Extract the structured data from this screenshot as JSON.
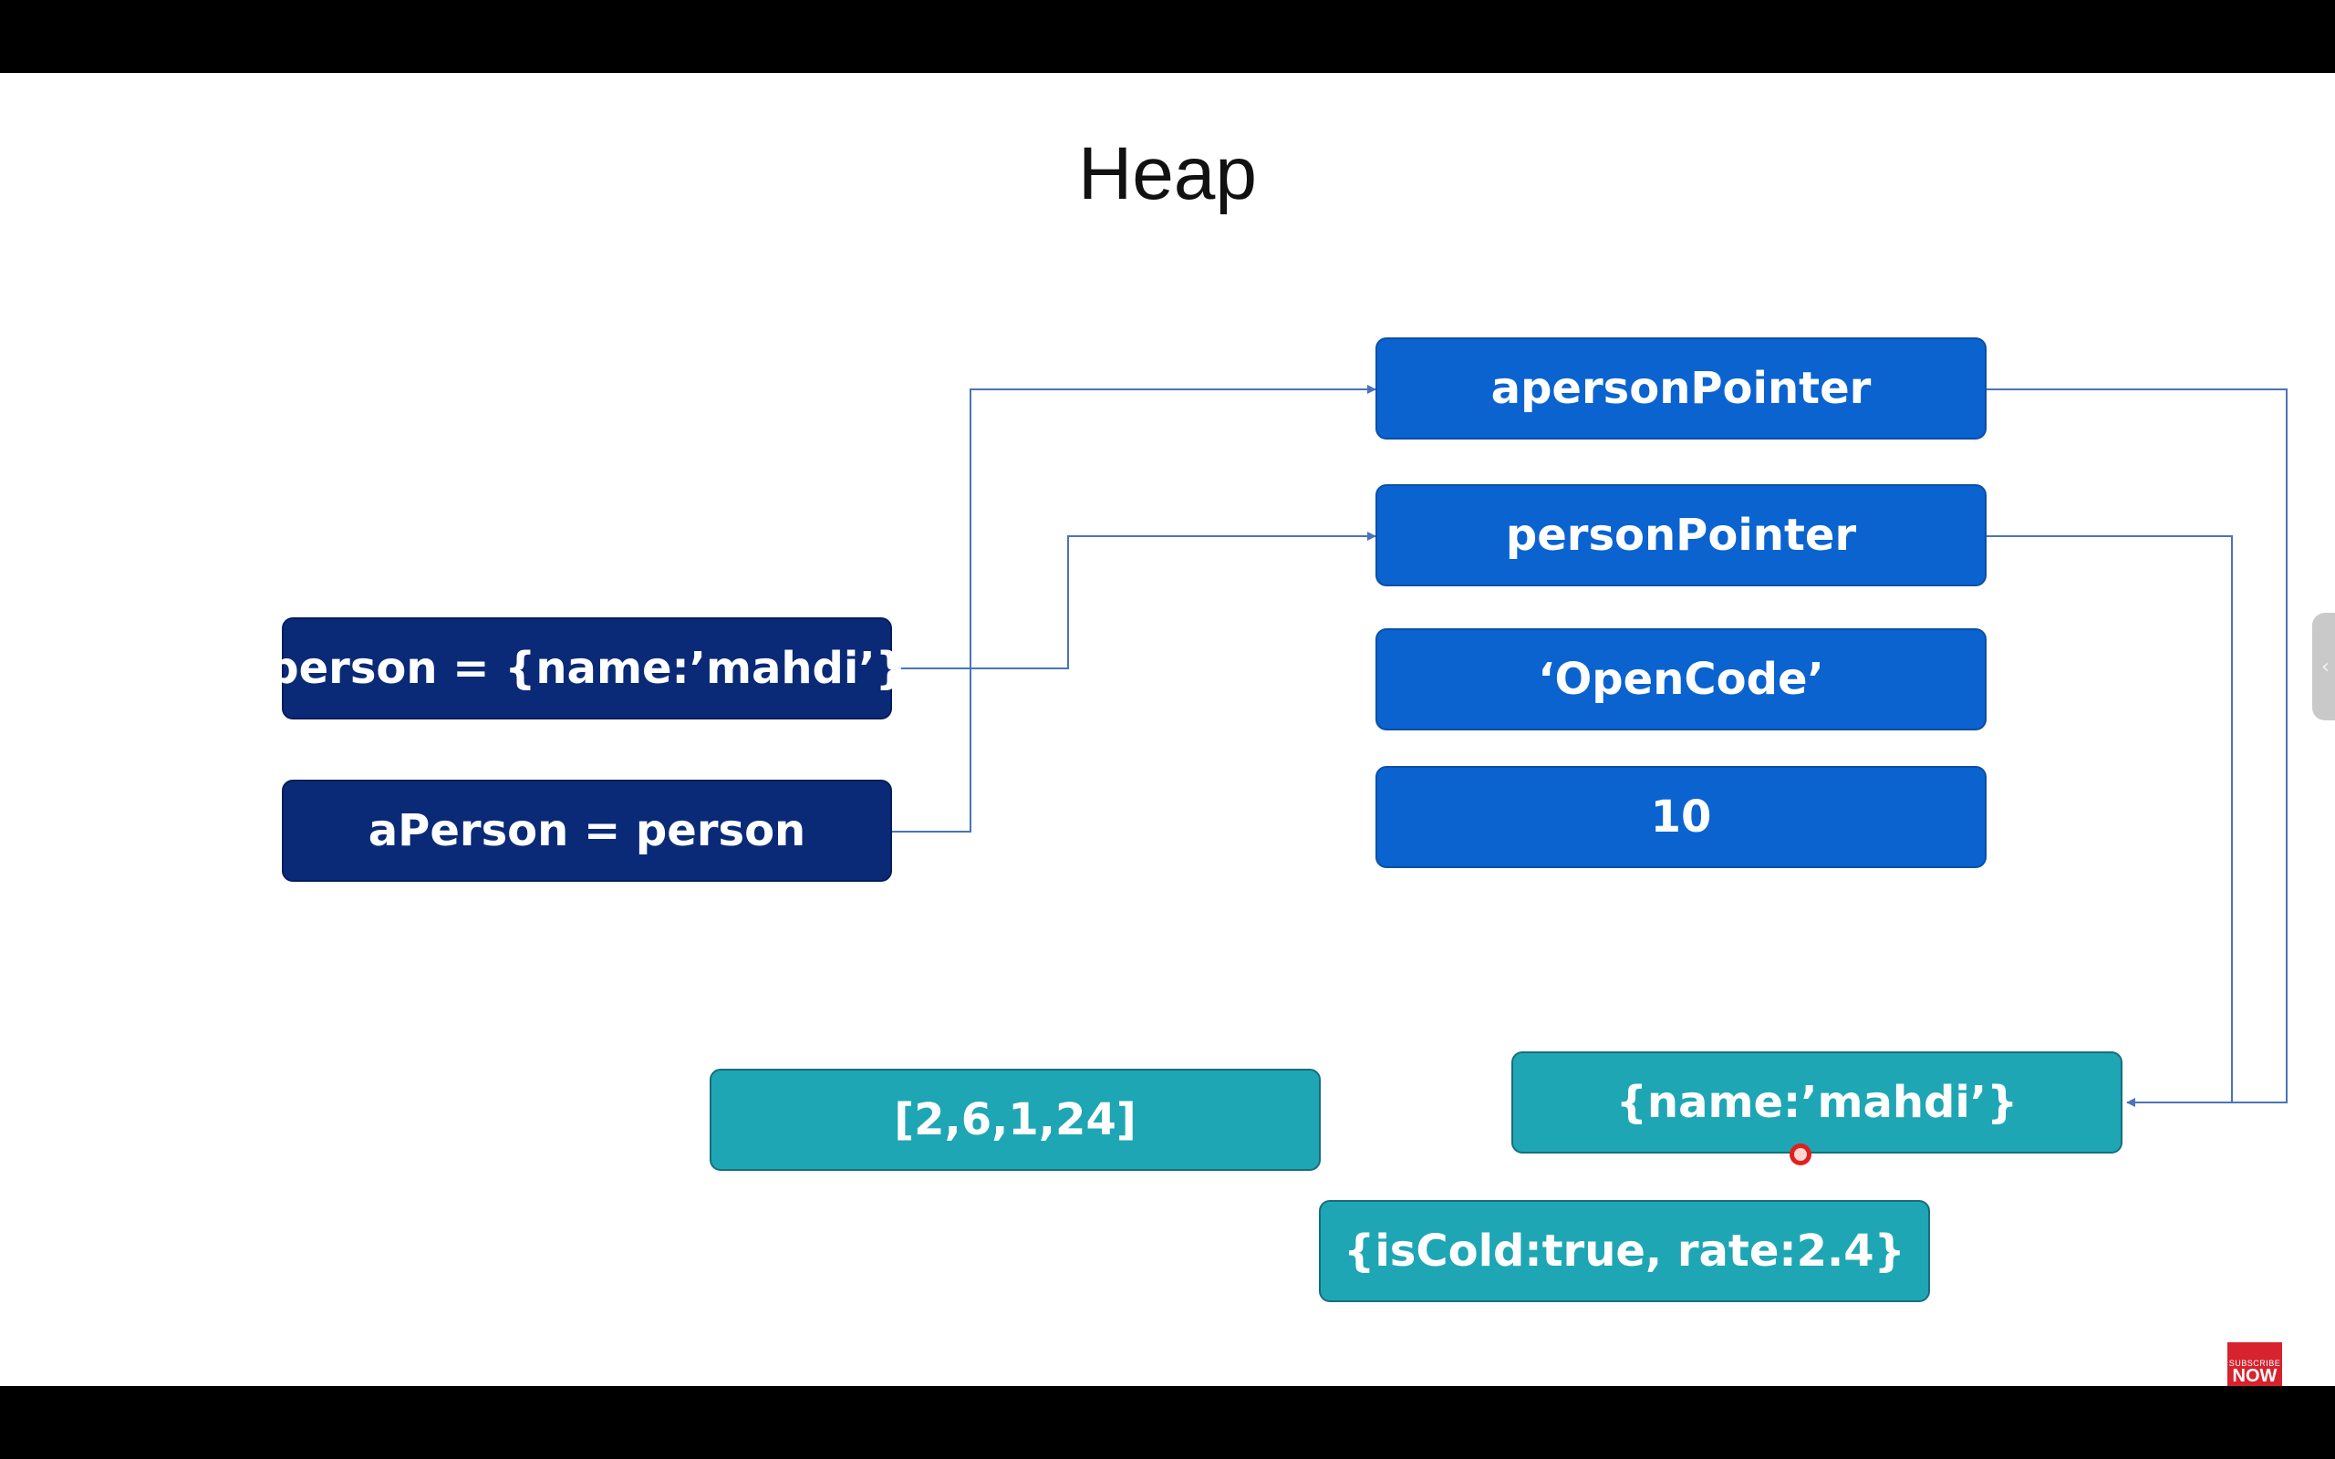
{
  "title": "Heap",
  "stack_boxes": [
    {
      "label": "person = {name:’mahdi’}"
    },
    {
      "label": "aPerson = person"
    }
  ],
  "heap_pointer_boxes": [
    {
      "label": "apersonPointer"
    },
    {
      "label": "personPointer"
    },
    {
      "label": "‘OpenCode’"
    },
    {
      "label": "10"
    }
  ],
  "heap_object_boxes": [
    {
      "label": "[2,6,1,24]"
    },
    {
      "label": "{name:’mahdi’}"
    },
    {
      "label": "{isCold:true, rate:2.4}"
    }
  ],
  "side_tab": {
    "icon": "chevron-left-icon",
    "glyph": "‹"
  },
  "subscribe_badge": {
    "line1": "SUBSCRIBE",
    "line2": "NOW"
  },
  "colors": {
    "stack": "#0a2a78",
    "pointer": "#0b63d0",
    "object": "#1fa6b4",
    "connector": "#4a74b8"
  }
}
